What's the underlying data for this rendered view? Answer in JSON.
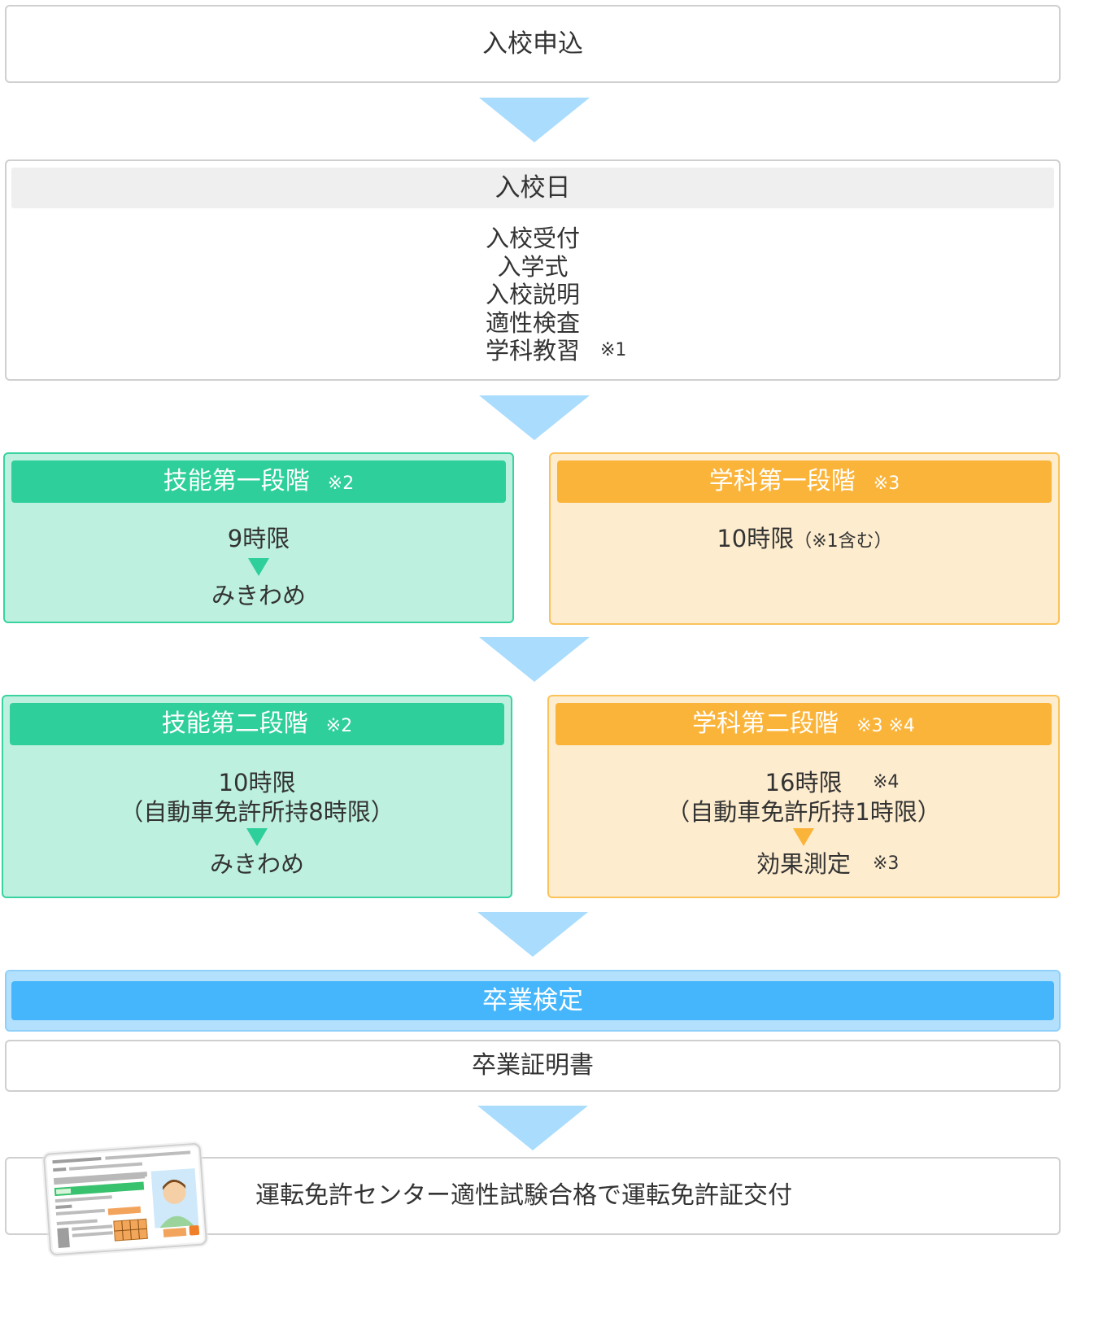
{
  "step1": {
    "label": "入校申込"
  },
  "step2": {
    "title": "入校日",
    "items": [
      "入校受付",
      "入学式",
      "入校説明",
      "適性検査",
      "学科教習"
    ],
    "note": "※1"
  },
  "stage1": {
    "skill": {
      "title": "技能第一段階",
      "note": "※2",
      "hours": "9時限",
      "result": "みきわめ"
    },
    "academic": {
      "title": "学科第一段階",
      "note": "※3",
      "hours": "10時限",
      "hours_note": "（※1含む）"
    }
  },
  "stage2": {
    "skill": {
      "title": "技能第二段階",
      "note": "※2",
      "hours": "10時限",
      "hours_sub": "（自動車免許所持8時限）",
      "result": "みきわめ"
    },
    "academic": {
      "title": "学科第二段階",
      "note": "※3 ※4",
      "hours": "16時限",
      "hours_note": "※4",
      "hours_sub": "（自動車免許所持1時限）",
      "result": "効果測定",
      "result_note": "※3"
    }
  },
  "graduation": {
    "title": "卒業検定",
    "certificate": "卒業証明書"
  },
  "final": {
    "label": "運転免許センター適性試験合格で運転免許証交付"
  },
  "colors": {
    "arrow": "#a9dcfd",
    "green": "#2ecf9a",
    "orange": "#fbb43a",
    "blue": "#45b6fb"
  }
}
